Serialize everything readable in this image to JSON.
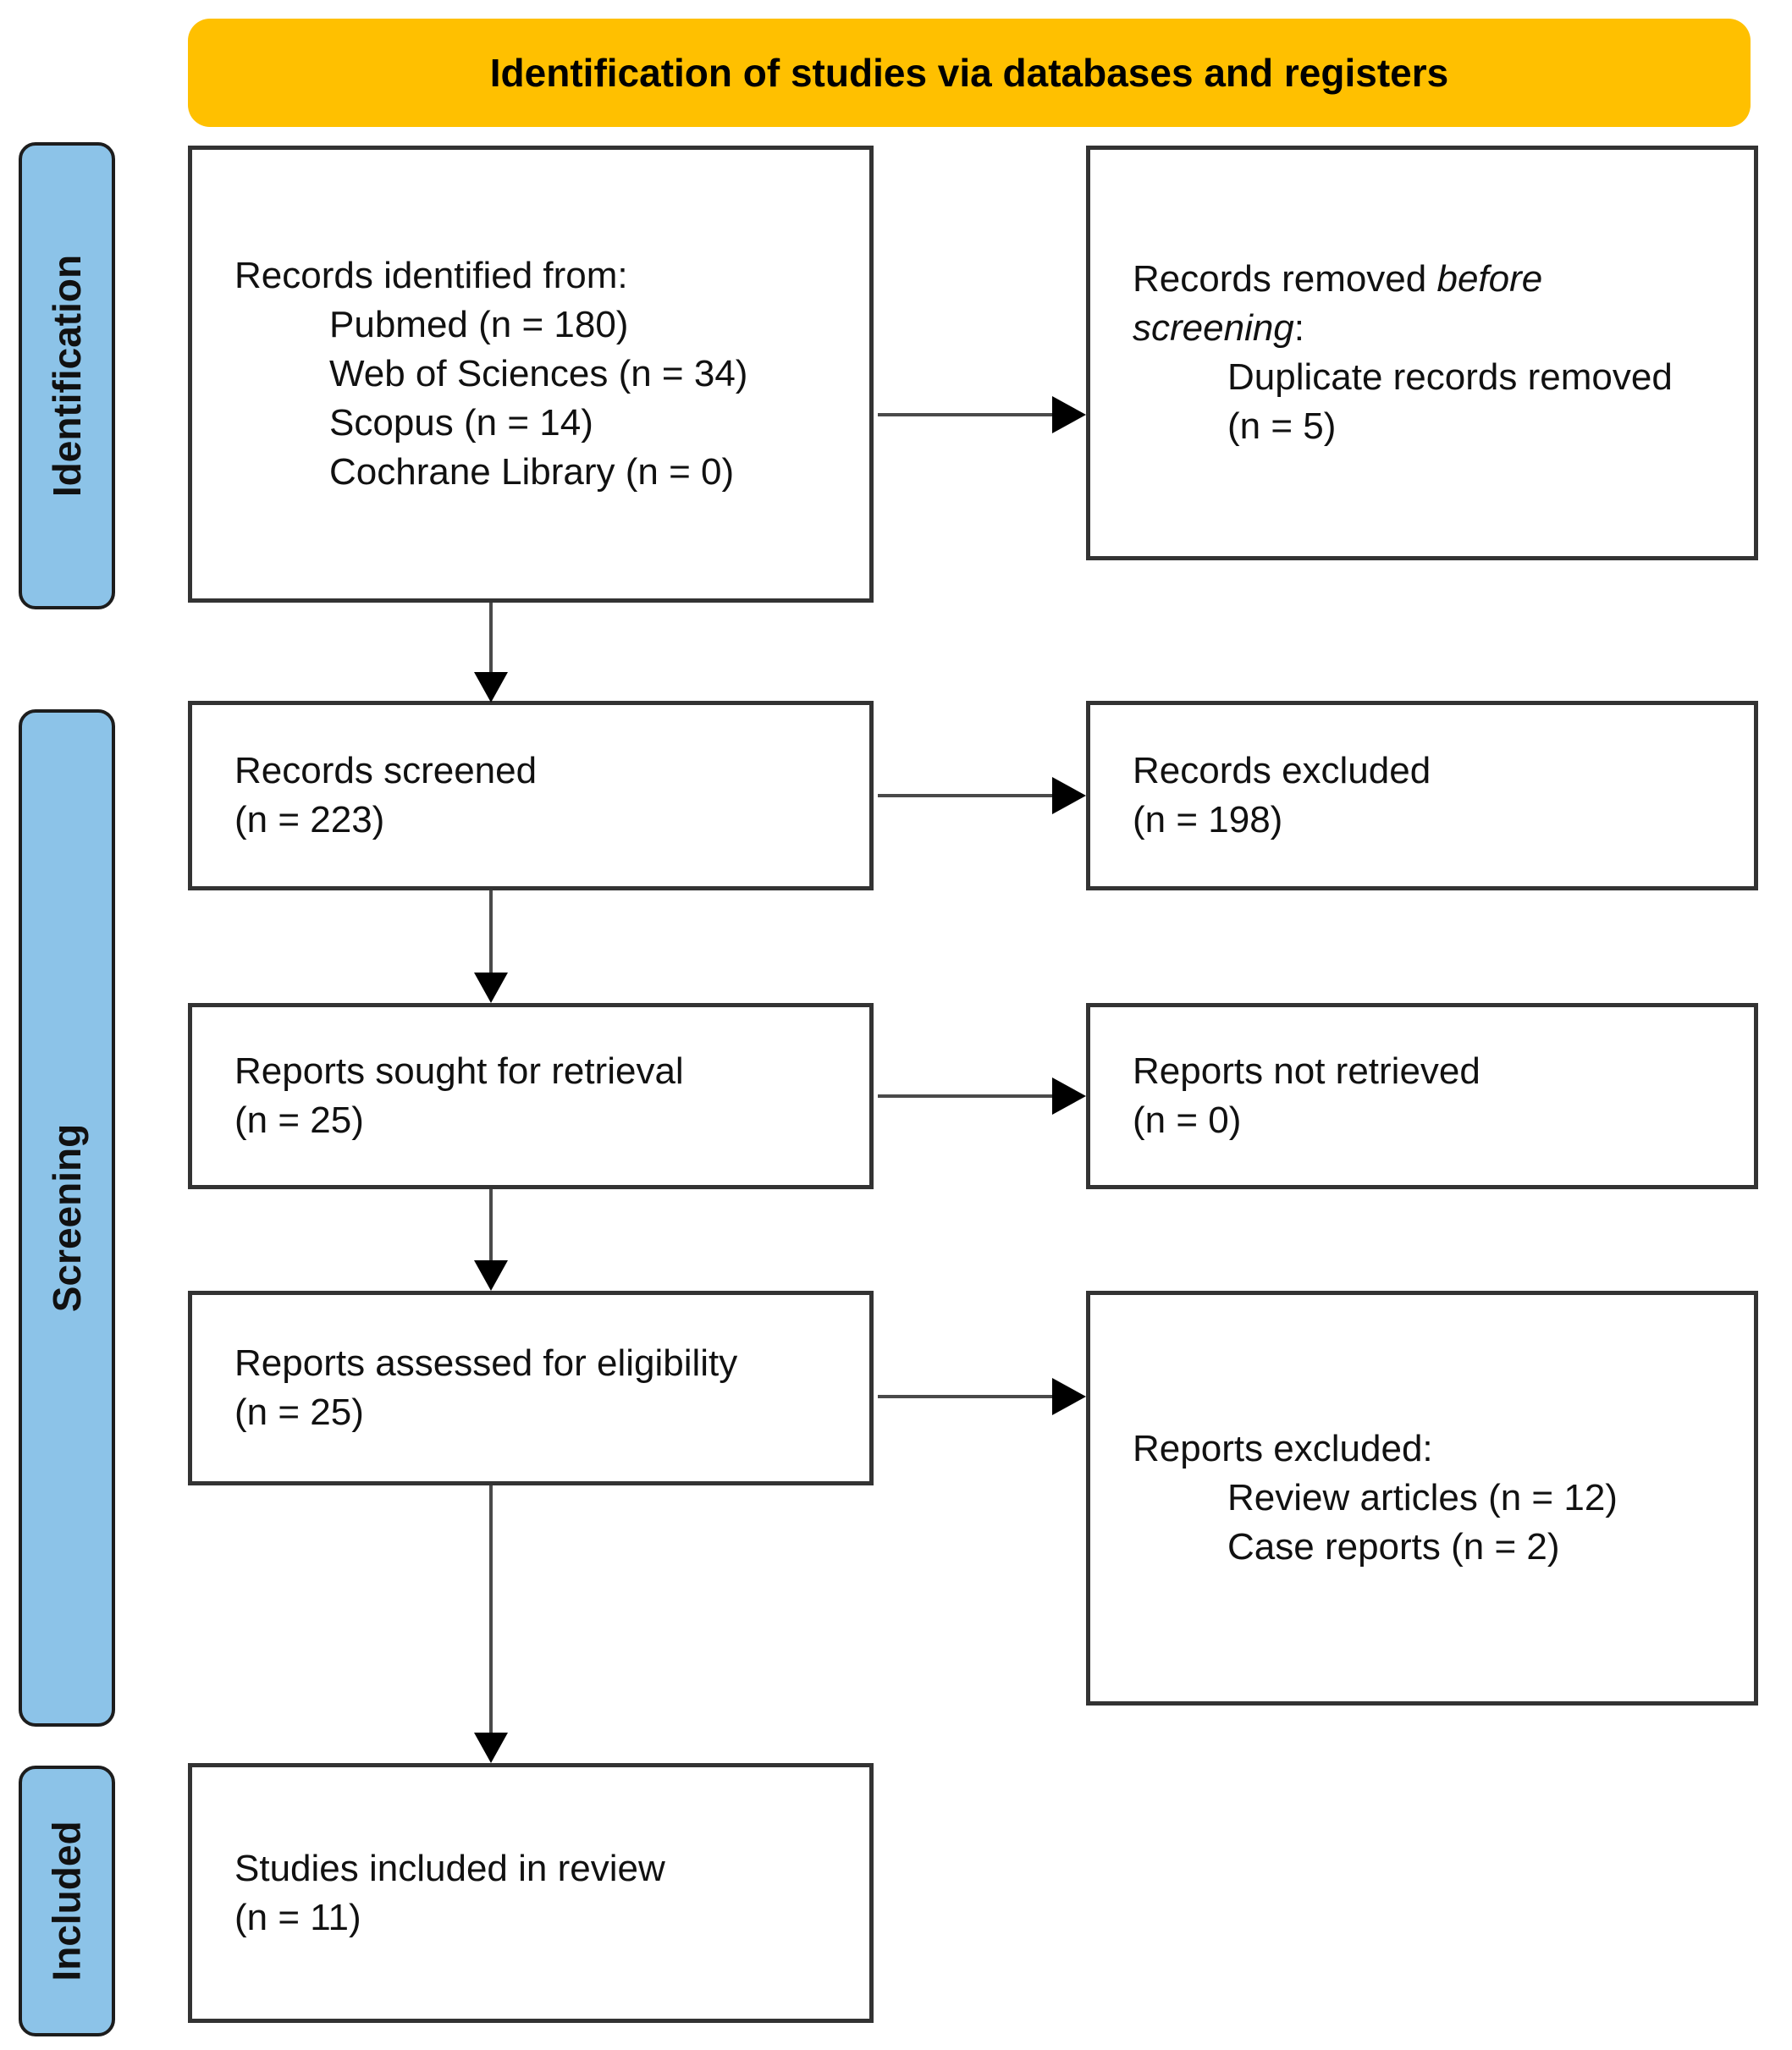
{
  "banner": {
    "label": "Identification of studies via databases and registers"
  },
  "stages": [
    {
      "label": "Identification"
    },
    {
      "label": "Screening"
    },
    {
      "label": "Included"
    }
  ],
  "colors": {
    "banner_bg": "#FFC000",
    "stage_bg": "#8CC3E8",
    "box_border": "#333333",
    "arrow_line": "#4a4a4a",
    "arrow_head": "#000000"
  },
  "boxes": {
    "records_identified": {
      "lines": [
        "Records identified from:",
        "> Pubmed (n = 180)",
        "> Web of Sciences (n = 34)",
        "> Scopus (n = 14)",
        "> Cochrane Library (n = 0)"
      ]
    },
    "records_removed": {
      "lines": [
        "Records removed *before*",
        "*screening*:",
        "> Duplicate records removed",
        "> (n = 5)"
      ]
    },
    "records_screened": {
      "lines": [
        "Records screened",
        "(n = 223)"
      ]
    },
    "records_excluded": {
      "lines": [
        "Records excluded",
        "(n = 198)"
      ]
    },
    "reports_sought": {
      "lines": [
        "Reports sought for retrieval",
        "(n = 25)"
      ]
    },
    "reports_not_retrieved": {
      "lines": [
        "Reports not retrieved",
        "(n = 0)"
      ]
    },
    "reports_assessed": {
      "lines": [
        "Reports assessed for eligibility",
        "(n = 25)"
      ]
    },
    "reports_excluded": {
      "lines": [
        "Reports excluded:",
        "> Review articles (n = 12)",
        "> Case reports (n = 2)"
      ]
    },
    "studies_included": {
      "lines": [
        "Studies included in review",
        "(n = 11)"
      ]
    }
  }
}
